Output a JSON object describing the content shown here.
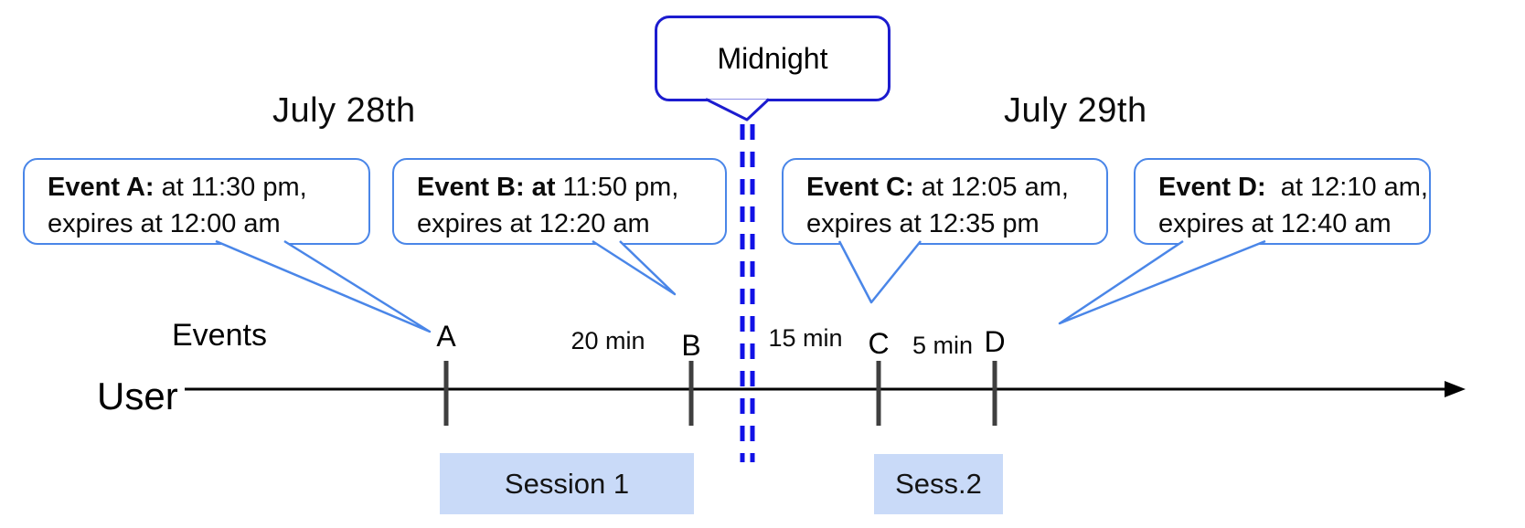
{
  "headings": {
    "left": "July 28th",
    "right": "July 29th"
  },
  "midnight": {
    "label": "Midnight"
  },
  "events": [
    {
      "id": "A",
      "bold": "Event A:",
      "rest": " at 11:30 pm,",
      "line2": "expires at 12:00 am"
    },
    {
      "id": "B",
      "bold": "Event B: at",
      "rest": " 11:50 pm,",
      "line2": "expires at 12:20 am"
    },
    {
      "id": "C",
      "bold": "Event C:",
      "rest": " at 12:05 am,",
      "line2": "expires at 12:35 pm"
    },
    {
      "id": "D",
      "bold": "Event D:",
      "rest": "  at 12:10 am,",
      "line2": "expires at 12:40 am"
    }
  ],
  "timeline": {
    "axis_label": "User",
    "events_label": "Events",
    "ticks": [
      "A",
      "B",
      "C",
      "D"
    ],
    "intervals": [
      {
        "label": "20 min",
        "between": "A and B"
      },
      {
        "label": "15 min",
        "between": "midnight and C"
      },
      {
        "label": "5 min",
        "between": "C and D"
      }
    ],
    "sessions": [
      {
        "label": "Session 1",
        "from": "A",
        "to": "B"
      },
      {
        "label": "Sess.2",
        "from": "C",
        "to": "D"
      }
    ]
  },
  "colors": {
    "callout-border": "#4a86e8",
    "midnight-border": "#1c1ccf",
    "dash-blue": "#1111e6",
    "session-fill": "#c9daf8",
    "tick-gray": "#3f3f3f",
    "axis-black": "#000000"
  }
}
